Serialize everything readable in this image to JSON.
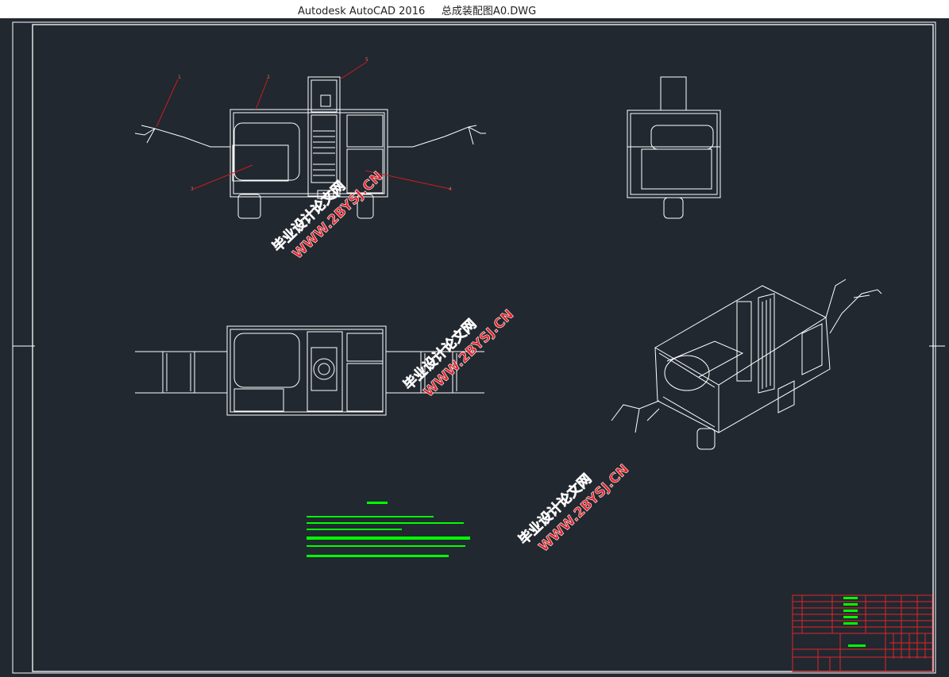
{
  "window": {
    "app_title": "Autodesk AutoCAD 2016",
    "file_name": "总成装配图A0.DWG"
  },
  "watermarks": [
    {
      "line1": "毕业设计论文网",
      "line2": "WWW.2BYSJ.CN"
    },
    {
      "line1": "毕业设计论文网",
      "line2": "WWW.2BYSJ.CN"
    },
    {
      "line1": "毕业设计论文网",
      "line2": "WWW.2BYSJ.CN"
    }
  ],
  "part_callouts": [
    "1",
    "2",
    "3",
    "4",
    "5"
  ],
  "colors": {
    "background": "#212830",
    "drawing_lines": "#ffffff",
    "notes_text": "#00ff00",
    "title_block": "#e4232a",
    "leader_lines": "#c81e1e"
  }
}
